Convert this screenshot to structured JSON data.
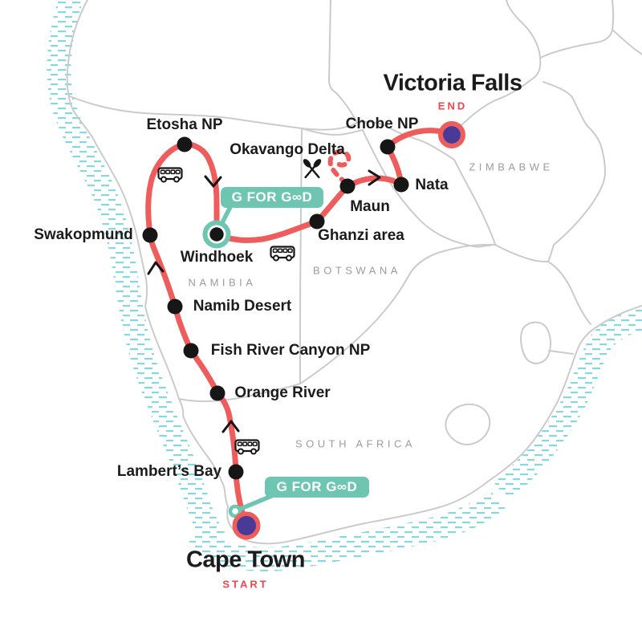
{
  "colors": {
    "route_red": "#EE5C5C",
    "tag_red": "#F04650",
    "marker_purple": "#483A96",
    "badge_teal": "#6EC6B2",
    "coast_hatch_cyan": "#87D8DE",
    "border_gray": "#CBCBCB",
    "country_label_gray": "#9C9C9C",
    "label_black": "#1B1B1B"
  },
  "route": {
    "start_tag": "START",
    "end_tag": "END"
  },
  "stops": {
    "cape_town": "Cape Town",
    "lamberts_bay": "Lambert’s Bay",
    "orange_river": "Orange River",
    "fish_river_canyon": "Fish River Canyon NP",
    "namib_desert": "Namib Desert",
    "swakopmund": "Swakopmund",
    "etosha": "Etosha NP",
    "windhoek": "Windhoek",
    "ghanzi": "Ghanzi area",
    "maun": "Maun",
    "okavango": "Okavango Delta",
    "nata": "Nata",
    "chobe": "Chobe NP",
    "victoria_falls": "Victoria Falls"
  },
  "countries": {
    "namibia": "NAMIBIA",
    "botswana": "BOTSWANA",
    "zimbabwe": "ZIMBABWE",
    "south_africa": "SOUTH AFRICA"
  },
  "badges": {
    "g_for_good_text": "G FOR GOOD",
    "g_for_good_display": "G FOR G∞D"
  },
  "icons": {
    "bus": "bus-icon",
    "paddles": "paddles-icon",
    "chevron": "route-direction-chevron",
    "stop_marker": "stop-marker"
  }
}
